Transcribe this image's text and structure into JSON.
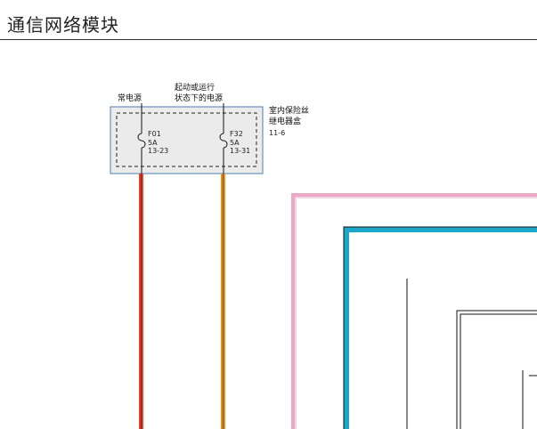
{
  "header": {
    "title": "通信网络模块"
  },
  "fuse_box": {
    "name_line1": "室内保险丝",
    "name_line2": "继电器盒",
    "ref": "11-6"
  },
  "power_labels": {
    "constant": "常电源",
    "start_run_line1": "起动或运行",
    "start_run_line2": "状态下的电源"
  },
  "fuses": [
    {
      "id": "F01",
      "rating": "5A",
      "ref": "13-23",
      "wire_color": "#e8412b"
    },
    {
      "id": "F32",
      "rating": "5A",
      "ref": "13-31",
      "wire_color": "#e8921c"
    }
  ],
  "wire_colors": {
    "pink": "#e9a8c6",
    "cyan": "#1aa7c8",
    "black": "#111111"
  }
}
